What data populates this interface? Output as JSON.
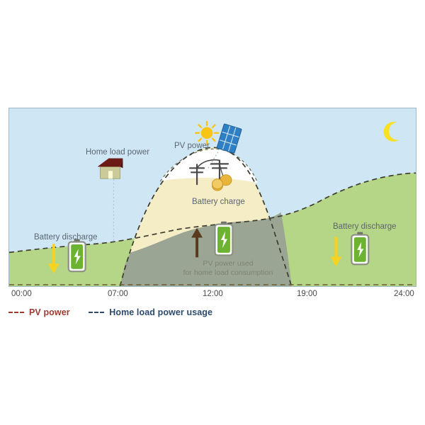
{
  "figure": {
    "title_hidden": "",
    "axis": {
      "ticks": [
        {
          "label": "00:00",
          "x_pct": 0
        },
        {
          "label": "07:00",
          "x_pct": 27
        },
        {
          "label": "12:00",
          "x_pct": 50
        },
        {
          "label": "19:00",
          "x_pct": 77
        },
        {
          "label": "24:00",
          "x_pct": 100
        }
      ]
    },
    "annotations": {
      "home_load_power": "Home load power",
      "pv_power": "PV power",
      "battery_charge": "Battery charge",
      "battery_discharge_left": "Battery discharge",
      "battery_discharge_right": "Battery discharge",
      "pv_used_line1": "PV power used",
      "pv_used_line2": "for home load consumption"
    },
    "legend": [
      {
        "name": "pv-power",
        "label": "PV  power",
        "color": "#9e3b30",
        "style": "dashed"
      },
      {
        "name": "home-load-power-usage",
        "label": "Home load power usage",
        "color": "#2d4a6b",
        "style": "dashed"
      }
    ],
    "icons": {
      "sun": "sun-icon",
      "moon": "moon-icon",
      "solar_panel": "solar-panel-icon",
      "house": "house-icon",
      "battery_charge": "battery-icon",
      "battery_discharge_left": "battery-icon",
      "battery_discharge_right": "battery-icon",
      "arrow_up": "arrow-up-icon",
      "arrow_down_left": "arrow-down-icon",
      "arrow_down_right": "arrow-down-icon",
      "utility_poles": "utility-pole-icon",
      "coins": "coins-icon"
    },
    "colors": {
      "sky": "#cfe7f5",
      "grass": "#b5d587",
      "pv_fill": "#f5edc6",
      "overlap_fill": "#9aa593",
      "peak_white": "#ffffff",
      "sun": "#f9c514",
      "moon": "#f7e026",
      "panel": "#2f7fc4",
      "roof": "#6b1a16",
      "wall": "#cbcb9a",
      "battery_green": "#6db332",
      "arrow_up": "#5a3b1e",
      "arrow_down": "#f5d320",
      "dash_dark": "#3c3b2e",
      "frame_border": "#9fb8c4"
    }
  },
  "chart_data": {
    "type": "area",
    "title": "",
    "xlabel": "",
    "ylabel": "",
    "xtick_labels": [
      "00:00",
      "07:00",
      "12:00",
      "19:00",
      "24:00"
    ],
    "xlim": [
      "00:00",
      "24:00"
    ],
    "grid": false,
    "legend_position": "below-axis-left",
    "series": [
      {
        "name": "PV power",
        "style": "dashed",
        "color": "#9e3b30",
        "x": [
          "00:00",
          "06:00",
          "07:00",
          "08:30",
          "10:00",
          "12:00",
          "14:00",
          "16:00",
          "17:30",
          "19:00",
          "20:00",
          "24:00"
        ],
        "values": [
          0,
          0,
          0,
          28,
          62,
          88,
          82,
          55,
          30,
          0,
          0,
          0
        ]
      },
      {
        "name": "Home load power usage",
        "style": "dashed",
        "color": "#2d4a6b",
        "x": [
          "00:00",
          "03:00",
          "07:00",
          "09:00",
          "12:00",
          "15:00",
          "19:00",
          "21:00",
          "24:00"
        ],
        "values": [
          18,
          14,
          26,
          31,
          30,
          28,
          34,
          46,
          42
        ]
      }
    ],
    "regions": [
      {
        "name": "battery discharge (night, early)",
        "from": "00:00",
        "to": "07:00",
        "fill": "#b5d587"
      },
      {
        "name": "PV power used for home load consumption",
        "from": "07:00",
        "to": "19:00",
        "fill": "#9aa593"
      },
      {
        "name": "Battery charge (PV surplus)",
        "from": "07:00",
        "to": "19:00",
        "fill": "#f5edc6"
      },
      {
        "name": "battery discharge (evening)",
        "from": "19:00",
        "to": "24:00",
        "fill": "#b5d587"
      }
    ]
  }
}
